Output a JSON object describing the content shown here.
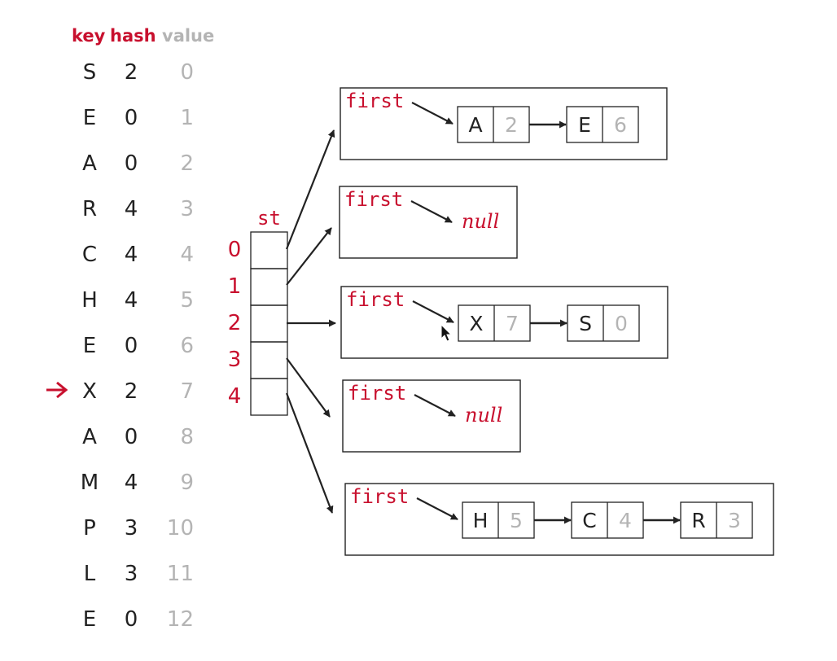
{
  "colors": {
    "red": "#c8102e",
    "gray": "#b4b4b4",
    "black": "#222222"
  },
  "table": {
    "headers": {
      "key": "key",
      "hash": "hash",
      "value": "value"
    },
    "current_row": 7,
    "rows": [
      {
        "key": "S",
        "hash": "2",
        "value": "0"
      },
      {
        "key": "E",
        "hash": "0",
        "value": "1"
      },
      {
        "key": "A",
        "hash": "0",
        "value": "2"
      },
      {
        "key": "R",
        "hash": "4",
        "value": "3"
      },
      {
        "key": "C",
        "hash": "4",
        "value": "4"
      },
      {
        "key": "H",
        "hash": "4",
        "value": "5"
      },
      {
        "key": "E",
        "hash": "0",
        "value": "6"
      },
      {
        "key": "X",
        "hash": "2",
        "value": "7"
      },
      {
        "key": "A",
        "hash": "0",
        "value": "8"
      },
      {
        "key": "M",
        "hash": "4",
        "value": "9"
      },
      {
        "key": "P",
        "hash": "3",
        "value": "10"
      },
      {
        "key": "L",
        "hash": "3",
        "value": "11"
      },
      {
        "key": "E",
        "hash": "0",
        "value": "12"
      }
    ]
  },
  "array": {
    "label": "st",
    "indices": [
      "0",
      "1",
      "2",
      "3",
      "4"
    ]
  },
  "lists": [
    {
      "first_label": "first",
      "null_label": "",
      "nodes": [
        {
          "key": "A",
          "value": "2"
        },
        {
          "key": "E",
          "value": "6"
        }
      ]
    },
    {
      "first_label": "first",
      "null_label": "null",
      "nodes": []
    },
    {
      "first_label": "first",
      "null_label": "",
      "nodes": [
        {
          "key": "X",
          "value": "7"
        },
        {
          "key": "S",
          "value": "0"
        }
      ]
    },
    {
      "first_label": "first",
      "null_label": "null",
      "nodes": []
    },
    {
      "first_label": "first",
      "null_label": "",
      "nodes": [
        {
          "key": "H",
          "value": "5"
        },
        {
          "key": "C",
          "value": "4"
        },
        {
          "key": "R",
          "value": "3"
        }
      ]
    }
  ]
}
